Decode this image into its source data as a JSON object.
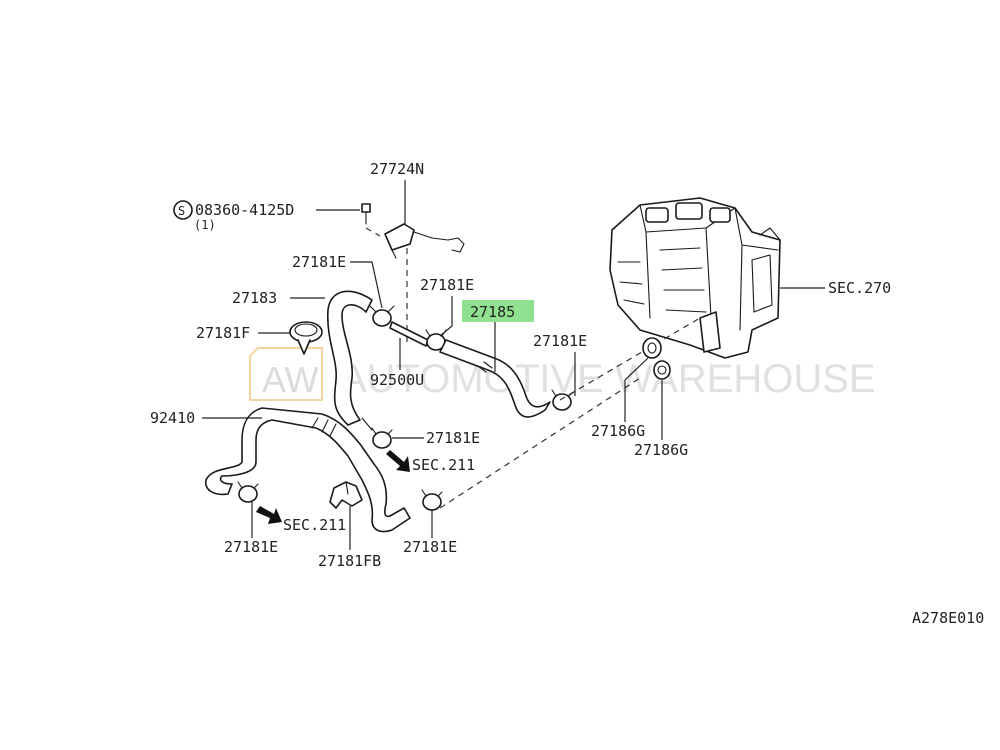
{
  "labels": {
    "l27724n": "27724N",
    "l08360_4125d": "08360-4125D",
    "l08360_qty": "(1)",
    "l27181e_a": "27181E",
    "l27183": "27183",
    "l27181e_b": "27181E",
    "l27185": "27185",
    "l27181f": "27181F",
    "l27181e_c": "27181E",
    "l92500u": "92500U",
    "lsec270": "SEC.270",
    "l92410": "92410",
    "l27181e_d": "27181E",
    "lsec211_a": "SEC.211",
    "l27186g_a": "27186G",
    "l27186g_b": "27186G",
    "lsec211_b": "SEC.211",
    "l27181e_e": "27181E",
    "l27181fb": "27181FB",
    "l27181e_f": "27181E",
    "lref": "A278E010"
  },
  "highlight_color": "#8fe08f",
  "watermark": {
    "logo": "AW",
    "text": "AUTOMOTIVE WAREHOUSE"
  }
}
